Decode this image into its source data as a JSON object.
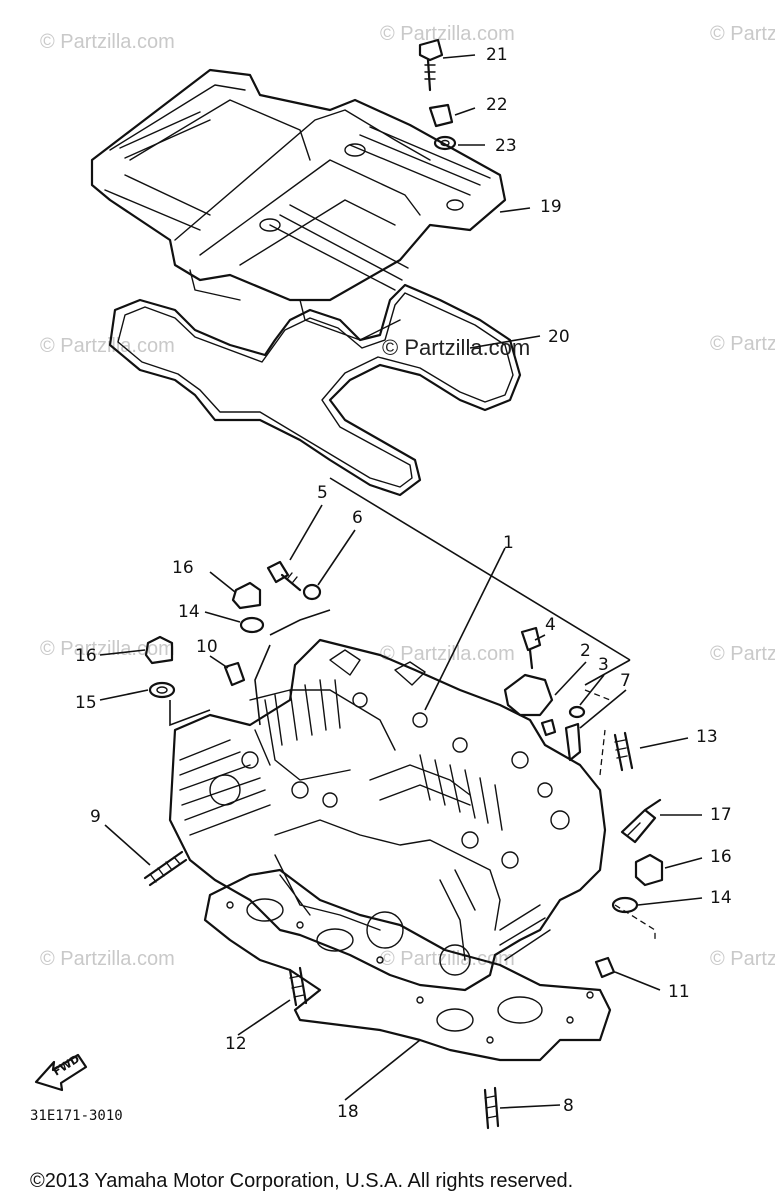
{
  "watermark": "© Partzilla.com",
  "watermark_center": "© Partzilla.com",
  "diagram_code": "31E171-3010",
  "copyright": "©2013  Yamaha Motor Corporation, U.S.A. All rights reserved.",
  "fwd_label": "FWD",
  "callouts": {
    "c1": "1",
    "c2": "2",
    "c3": "3",
    "c4": "4",
    "c5": "5",
    "c6": "6",
    "c7": "7",
    "c8": "8",
    "c9": "9",
    "c10": "10",
    "c11": "11",
    "c12": "12",
    "c13": "13",
    "c14a": "14",
    "c14b": "14",
    "c15": "15",
    "c16a": "16",
    "c16b": "16",
    "c16c": "16",
    "c17": "17",
    "c18": "18",
    "c19": "19",
    "c20": "20",
    "c21": "21",
    "c22": "22",
    "c23": "23"
  },
  "colors": {
    "ink": "#111111",
    "watermark": "#c9c9c9",
    "background": "#ffffff"
  }
}
